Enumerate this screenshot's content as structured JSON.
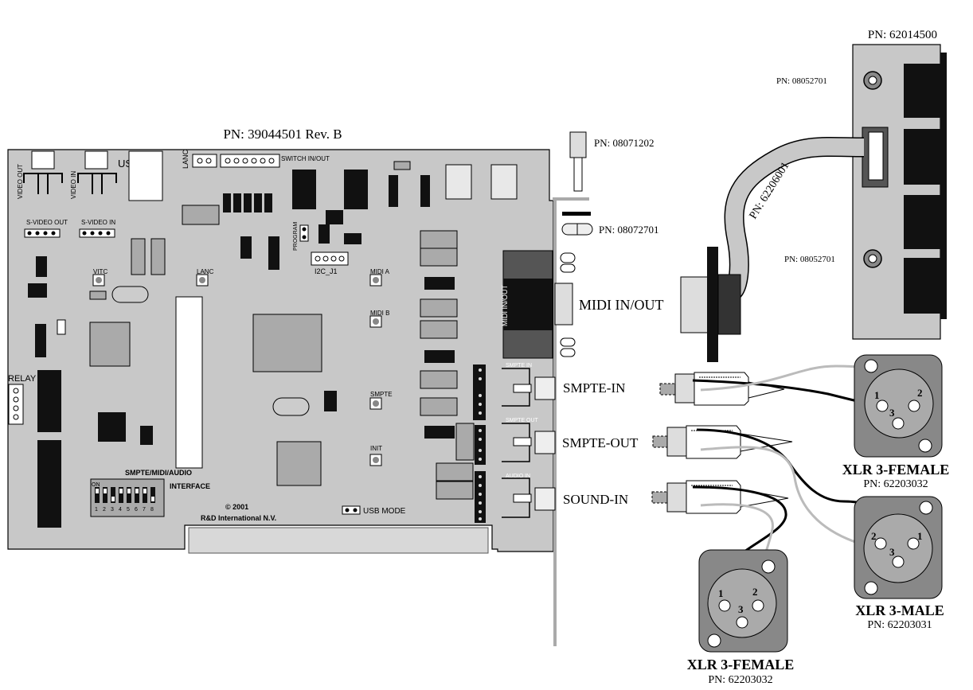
{
  "card": {
    "pn": "PN: 39044501 Rev. B",
    "video_out": "VIDEO OUT",
    "video_in": "VIDEO IN",
    "usb": "USB",
    "lanc_top": "LANC",
    "switch_inout": "SWITCH IN/OUT",
    "svideo_out": "S-VIDEO OUT",
    "svideo_in": "S-VIDEO IN",
    "program": "PROGRAM",
    "i2c": "I2C_J1",
    "vitc": "VITC",
    "lanc": "LANC",
    "midi_a": "MIDI A",
    "midi_b": "MIDI B",
    "smpte": "SMPTE",
    "init": "INIT",
    "relay": "RELAY",
    "interface_line1": "SMPTE/MIDI/AUDIO",
    "interface_line2": "INTERFACE",
    "dip_on": "ON",
    "dip_numbers": [
      "1",
      "2",
      "3",
      "4",
      "5",
      "6",
      "7",
      "8"
    ],
    "copyright_line1": "© 2001",
    "copyright_line2": "R&D International N.V.",
    "usb_mode": "USB MODE",
    "midi_inout_vertical": "MIDI IN/OUT",
    "smpte_in_small": "SMPTE IN",
    "smpte_out_small": "SMPTE OUT",
    "audio_in_small": "AUDIO IN"
  },
  "parts": {
    "jumper_pn": "PN: 08071202",
    "bracket_pn": "PN: 08072701",
    "panel_pn": "PN: 62014500",
    "jack_top_pn": "PN: 08052701",
    "jack_bottom_pn": "PN: 08052701",
    "ribbon_pn": "PN: 62206001"
  },
  "labels": {
    "midi_inout": "MIDI IN/OUT",
    "smpte_in": "SMPTE-IN",
    "smpte_out": "SMPTE-OUT",
    "sound_in": "SOUND-IN"
  },
  "xlr": {
    "female_top_name": "XLR 3-FEMALE",
    "female_top_pn": "PN: 62203032",
    "male_name": "XLR 3-MALE",
    "male_pn": "PN: 62203031",
    "female_bottom_name": "XLR 3-FEMALE",
    "female_bottom_pn": "PN: 62203032",
    "pin1": "1",
    "pin2": "2",
    "pin3": "3"
  }
}
